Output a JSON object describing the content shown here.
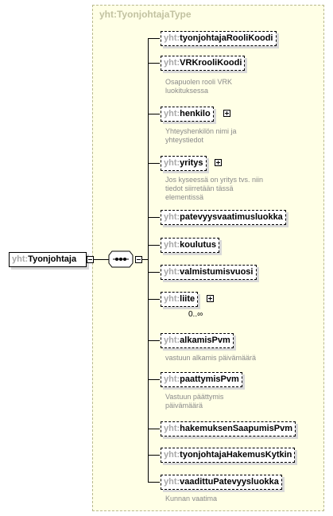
{
  "type_name": "yht:TyonjohtajaType",
  "root": {
    "prefix": "yht:",
    "name": "Tyonjohtaja"
  },
  "elements": [
    {
      "prefix": "yht:",
      "name": "tyonjohtajaRooliKoodi"
    },
    {
      "prefix": "yht:",
      "name": "VRKrooliKoodi",
      "note": "Osapuolen rooli VRK luokituksessa"
    },
    {
      "prefix": "yht:",
      "name": "henkilo",
      "note": "Yhteyshenkilön nimi ja yhteystiedot"
    },
    {
      "prefix": "yht:",
      "name": "yritys",
      "note": "Jos kyseessä on yritys tvs. niin tiedot siirretään tässä elementissä"
    },
    {
      "prefix": "yht:",
      "name": "patevyysvaatimusluokka"
    },
    {
      "prefix": "yht:",
      "name": "koulutus"
    },
    {
      "prefix": "yht:",
      "name": "valmistumisvuosi"
    },
    {
      "prefix": "yht:",
      "name": "liite",
      "occurrence": "0..∞"
    },
    {
      "prefix": "yht:",
      "name": "alkamisPvm",
      "note": "vastuun alkamis päivämäärä"
    },
    {
      "prefix": "yht:",
      "name": "paattymisPvm",
      "note": "Vastuun päättymis päivämäärä"
    },
    {
      "prefix": "yht:",
      "name": "hakemuksenSaapumisPvm"
    },
    {
      "prefix": "yht:",
      "name": "tyonjohtajaHakemusKytkin"
    },
    {
      "prefix": "yht:",
      "name": "vaadittuPatevyysluokka",
      "note": "Kunnan vaatima"
    }
  ]
}
